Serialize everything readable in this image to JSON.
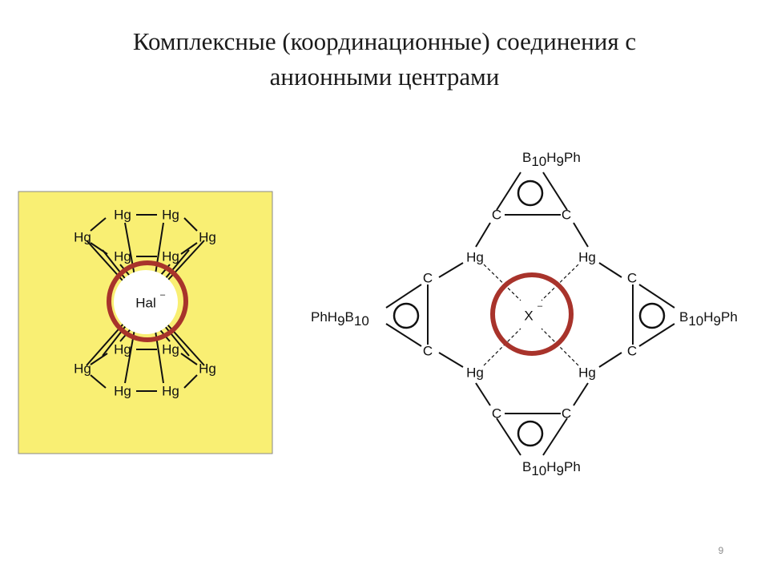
{
  "slide": {
    "title_line1": "Комплексные (координационные) соединения с",
    "title_line2": "анионными центрами",
    "page_number": "9"
  },
  "colors": {
    "background": "#ffffff",
    "left_panel_fill": "#f9ef73",
    "anion_ring": "#a8332b",
    "bond": "#111111"
  },
  "left_diagram": {
    "metal": "Hg",
    "anion_label": "Hal",
    "anion_charge": "–"
  },
  "right_diagram": {
    "metal": "Hg",
    "carbon": "C",
    "anion_label": "X",
    "anion_charge": "–",
    "cage_top": {
      "b": "B",
      "b_sub": "10",
      "h": "H",
      "h_sub": "9",
      "ph": "Ph"
    },
    "cage_bottom": {
      "b": "B",
      "b_sub": "10",
      "h": "H",
      "h_sub": "9",
      "ph": "Ph"
    },
    "cage_right": {
      "b": "B",
      "b_sub": "10",
      "h": "H",
      "h_sub": "9",
      "ph": "Ph"
    },
    "cage_left": {
      "ph": "Ph",
      "h": "H",
      "h_sub": "9",
      "b": "B",
      "b_sub": "10"
    }
  }
}
